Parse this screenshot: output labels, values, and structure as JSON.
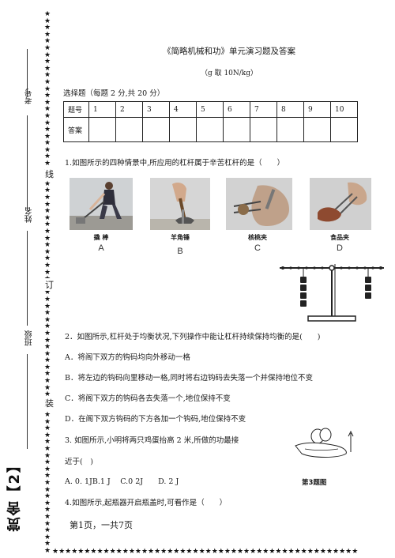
{
  "side": {
    "stars": "★",
    "labels": {
      "exam_no": "考号",
      "name": "姓名",
      "class": "班级"
    },
    "binding": [
      "线",
      "订",
      "装"
    ],
    "big": "赏舍【2】"
  },
  "header": {
    "title": "《简略机械和功》单元演习题及答案",
    "subtitle": "（g 取 10N/kg）"
  },
  "section": {
    "choice_heading": "选择题（每题 2 分,共 20 分）"
  },
  "score_table": {
    "row1_label": "题号",
    "numbers": [
      "1",
      "2",
      "3",
      "4",
      "5",
      "6",
      "7",
      "8",
      "9",
      "10"
    ],
    "row2_label": "答案"
  },
  "q1": {
    "text": "1.如图所示的四种情景中,所应用的杠杆属于辛苦杠杆的是（　　）",
    "images": [
      {
        "caption": "撬 棒",
        "letter": "A"
      },
      {
        "caption": "羊角锤",
        "letter": "B"
      },
      {
        "caption": "核桃夹",
        "letter": "C"
      },
      {
        "caption": "食品夹",
        "letter": "D"
      }
    ]
  },
  "q2": {
    "text": "2．如图所示,杠杆处于均衡状况,下列操作中能让杠杆持续保持均衡的是(　　)",
    "options": [
      "A．将阁下双方的钩码均向外移动一格",
      "B．将左边的钩码向里移动一格,同时将右边钩码去失落一个并保持地位不变",
      "C．将阁下双方的钩码各去失落一个,地位保持不变",
      "D．在阁下双方钩码的下方各加一个钩码,地位保持不变"
    ]
  },
  "q3": {
    "text": "3. 如图所示,小明将两只鸡蛋抬高 2 米,所做的功最接",
    "text2": "近于(　)",
    "options": "A. 0. 1JB.1 J　 C.0 2J　　D. 2 J",
    "figure_caption": "第3题图"
  },
  "q4": {
    "text": "4.如图所示,起瓶器开启瓶盖时,可看作是（　　）"
  },
  "footer": {
    "page": "第1页，一共7页"
  }
}
